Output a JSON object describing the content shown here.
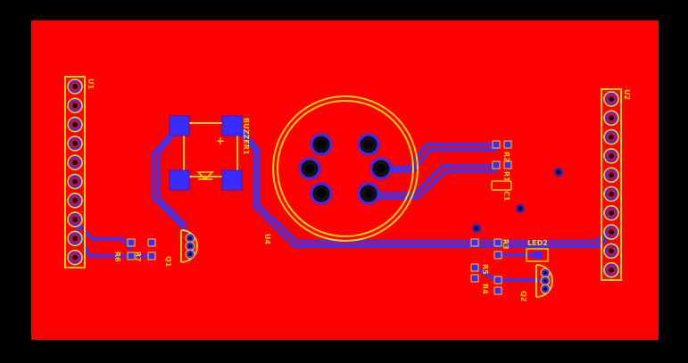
{
  "colors": {
    "background": "#000000",
    "board": "#ff0000",
    "trace": "#3333ff",
    "trace_edge": "#1f1fbf",
    "pad": "#3a2cff",
    "silkscreen": "#ffd200",
    "drill": "#111111",
    "via_ring": "#2222cc"
  },
  "labels": {
    "u1": "U1",
    "u2": "U2",
    "u4": "U4",
    "buzzer": "BUZZER1",
    "led": "LED2",
    "q1": "Q1",
    "q2": "Q2",
    "r1": "R1",
    "r2": "R2",
    "r3": "R3",
    "r4": "R4",
    "r5": "R5",
    "r6": "R6",
    "r7": "R7",
    "c1": "C1",
    "plus": "+"
  },
  "icons": {
    "header_pin": "header-pin-icon",
    "via": "via-icon",
    "triangle": "triangle-icon"
  }
}
